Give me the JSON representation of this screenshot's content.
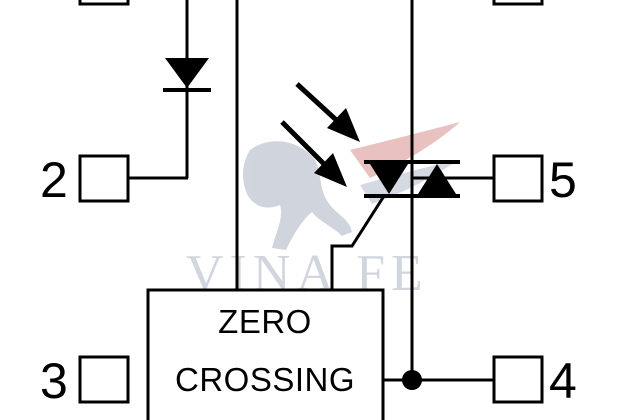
{
  "pins": {
    "pin2": "2",
    "pin3": "3",
    "pin4": "4",
    "pin5": "5"
  },
  "zero_crossing": {
    "line1": "ZERO",
    "line2": "CROSSING"
  },
  "watermark": {
    "text": "VINA FE",
    "color": "#9aa3b8",
    "accent": "#c0504d",
    "icon": "horse-logo-icon"
  },
  "colors": {
    "line": "#000000",
    "background": "#ffffff"
  }
}
